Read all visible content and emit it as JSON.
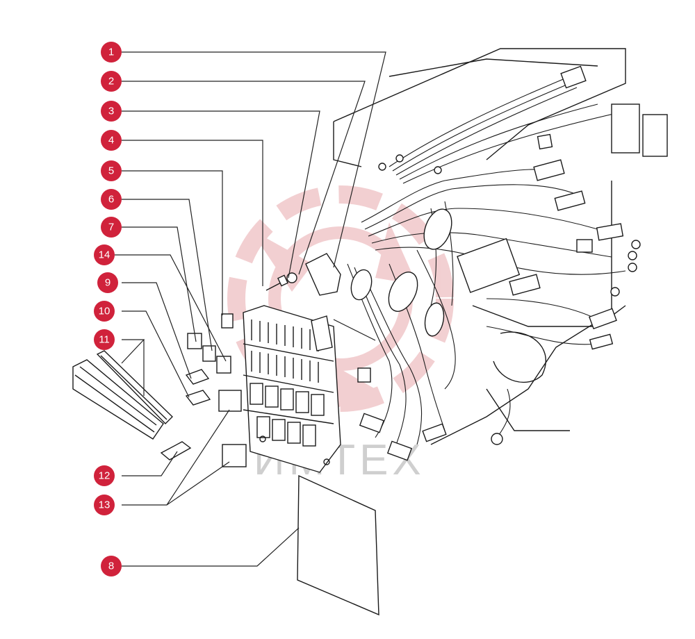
{
  "watermark": {
    "logo_color": "#e8a9ad",
    "text": "ИМТЕХ"
  },
  "accent_color": "#d0223b",
  "callouts": [
    {
      "label": "1"
    },
    {
      "label": "2"
    },
    {
      "label": "3"
    },
    {
      "label": "4"
    },
    {
      "label": "5"
    },
    {
      "label": "6"
    },
    {
      "label": "7"
    },
    {
      "label": "14"
    },
    {
      "label": "9"
    },
    {
      "label": "10"
    },
    {
      "label": "11"
    },
    {
      "label": "12"
    },
    {
      "label": "13"
    },
    {
      "label": "8"
    }
  ]
}
